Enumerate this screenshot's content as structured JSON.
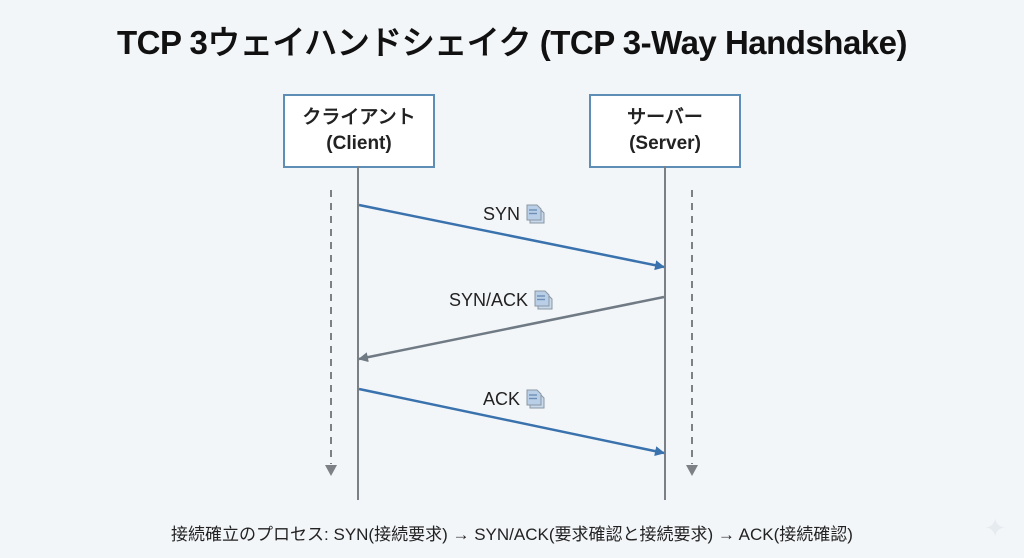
{
  "title": "TCP 3ウェイハンドシェイク (TCP 3-Way Handshake)",
  "actors": {
    "client": {
      "name_ja": "クライアント",
      "name_en": "(Client)"
    },
    "server": {
      "name_ja": "サーバー",
      "name_en": "(Server)"
    }
  },
  "messages": [
    {
      "label": "SYN",
      "from": "client",
      "to": "server",
      "icon": "document-icon",
      "color": "#3a72ad"
    },
    {
      "label": "SYN/ACK",
      "from": "server",
      "to": "client",
      "icon": "document-icon",
      "color": "#6f7a84"
    },
    {
      "label": "ACK",
      "from": "client",
      "to": "server",
      "icon": "document-icon",
      "color": "#3a72ad"
    }
  ],
  "footer": "接続確立のプロセス: SYN(接続要求) → SYN/ACK(要求確認と接続要求) → ACK(接続確認)",
  "colors": {
    "box_border": "#5e8db5",
    "lifeline": "#7a8086",
    "client_to_server": "#3a72ad",
    "server_to_client": "#6f7a84",
    "time_arrow": "#7d8084"
  }
}
